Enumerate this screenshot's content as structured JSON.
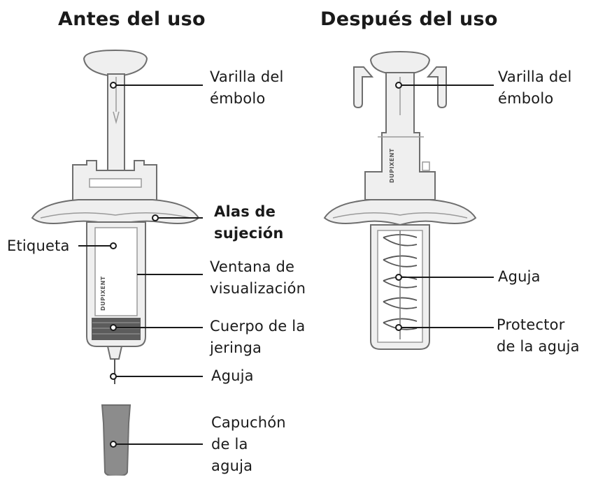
{
  "titles": {
    "before": "Antes del uso",
    "after": "Después del uso"
  },
  "brand_text": "DUPIXENT",
  "labels_before": {
    "plunger_rod": [
      "Varilla del",
      "émbolo"
    ],
    "finger_grips": [
      "Alas de",
      "sujeción"
    ],
    "label": "Etiqueta",
    "viewing_window": [
      "Ventana de",
      "visualización"
    ],
    "syringe_body": [
      "Cuerpo de la",
      "jeringa"
    ],
    "needle": "Aguja",
    "needle_cap": [
      "Capuchón",
      "de la",
      "aguja"
    ]
  },
  "labels_after": {
    "plunger_rod": [
      "Varilla del",
      "émbolo"
    ],
    "needle": "Aguja",
    "needle_shield": [
      "Protector",
      "de la aguja"
    ]
  },
  "colors": {
    "line": "#1a1a1a",
    "device_fill": "#efefef",
    "device_stroke": "#6e6e6e",
    "cap_fill": "#8c8c8c",
    "medicine_fill": "#5c5c5c"
  }
}
